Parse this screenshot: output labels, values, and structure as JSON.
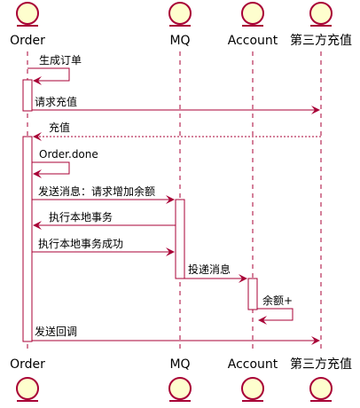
{
  "participants": {
    "order": "Order",
    "mq": "MQ",
    "account": "Account",
    "third_party": "第三方充值"
  },
  "messages": [
    {
      "label": "生成订单",
      "from": "order",
      "to": "order",
      "type": "self"
    },
    {
      "label": "请求充值",
      "from": "order",
      "to": "third_party",
      "type": "solid"
    },
    {
      "label": "充值",
      "from": "third_party",
      "to": "order",
      "type": "dashed"
    },
    {
      "label": "Order.done",
      "from": "order",
      "to": "order",
      "type": "self"
    },
    {
      "label": "发送消息：请求增加余额",
      "from": "order",
      "to": "mq",
      "type": "solid"
    },
    {
      "label": "执行本地事务",
      "from": "mq",
      "to": "order",
      "type": "solid"
    },
    {
      "label": "执行本地事务成功",
      "from": "order",
      "to": "mq",
      "type": "solid"
    },
    {
      "label": "投递消息",
      "from": "mq",
      "to": "account",
      "type": "solid"
    },
    {
      "label": "余额+",
      "from": "account",
      "to": "account",
      "type": "self"
    },
    {
      "label": "发送回调",
      "from": "order",
      "to": "third_party",
      "type": "solid"
    }
  ],
  "colors": {
    "entity_fill": "#FEFECE",
    "entity_stroke": "#A80036",
    "arrow": "#A80036",
    "lifeline": "#A80036"
  }
}
